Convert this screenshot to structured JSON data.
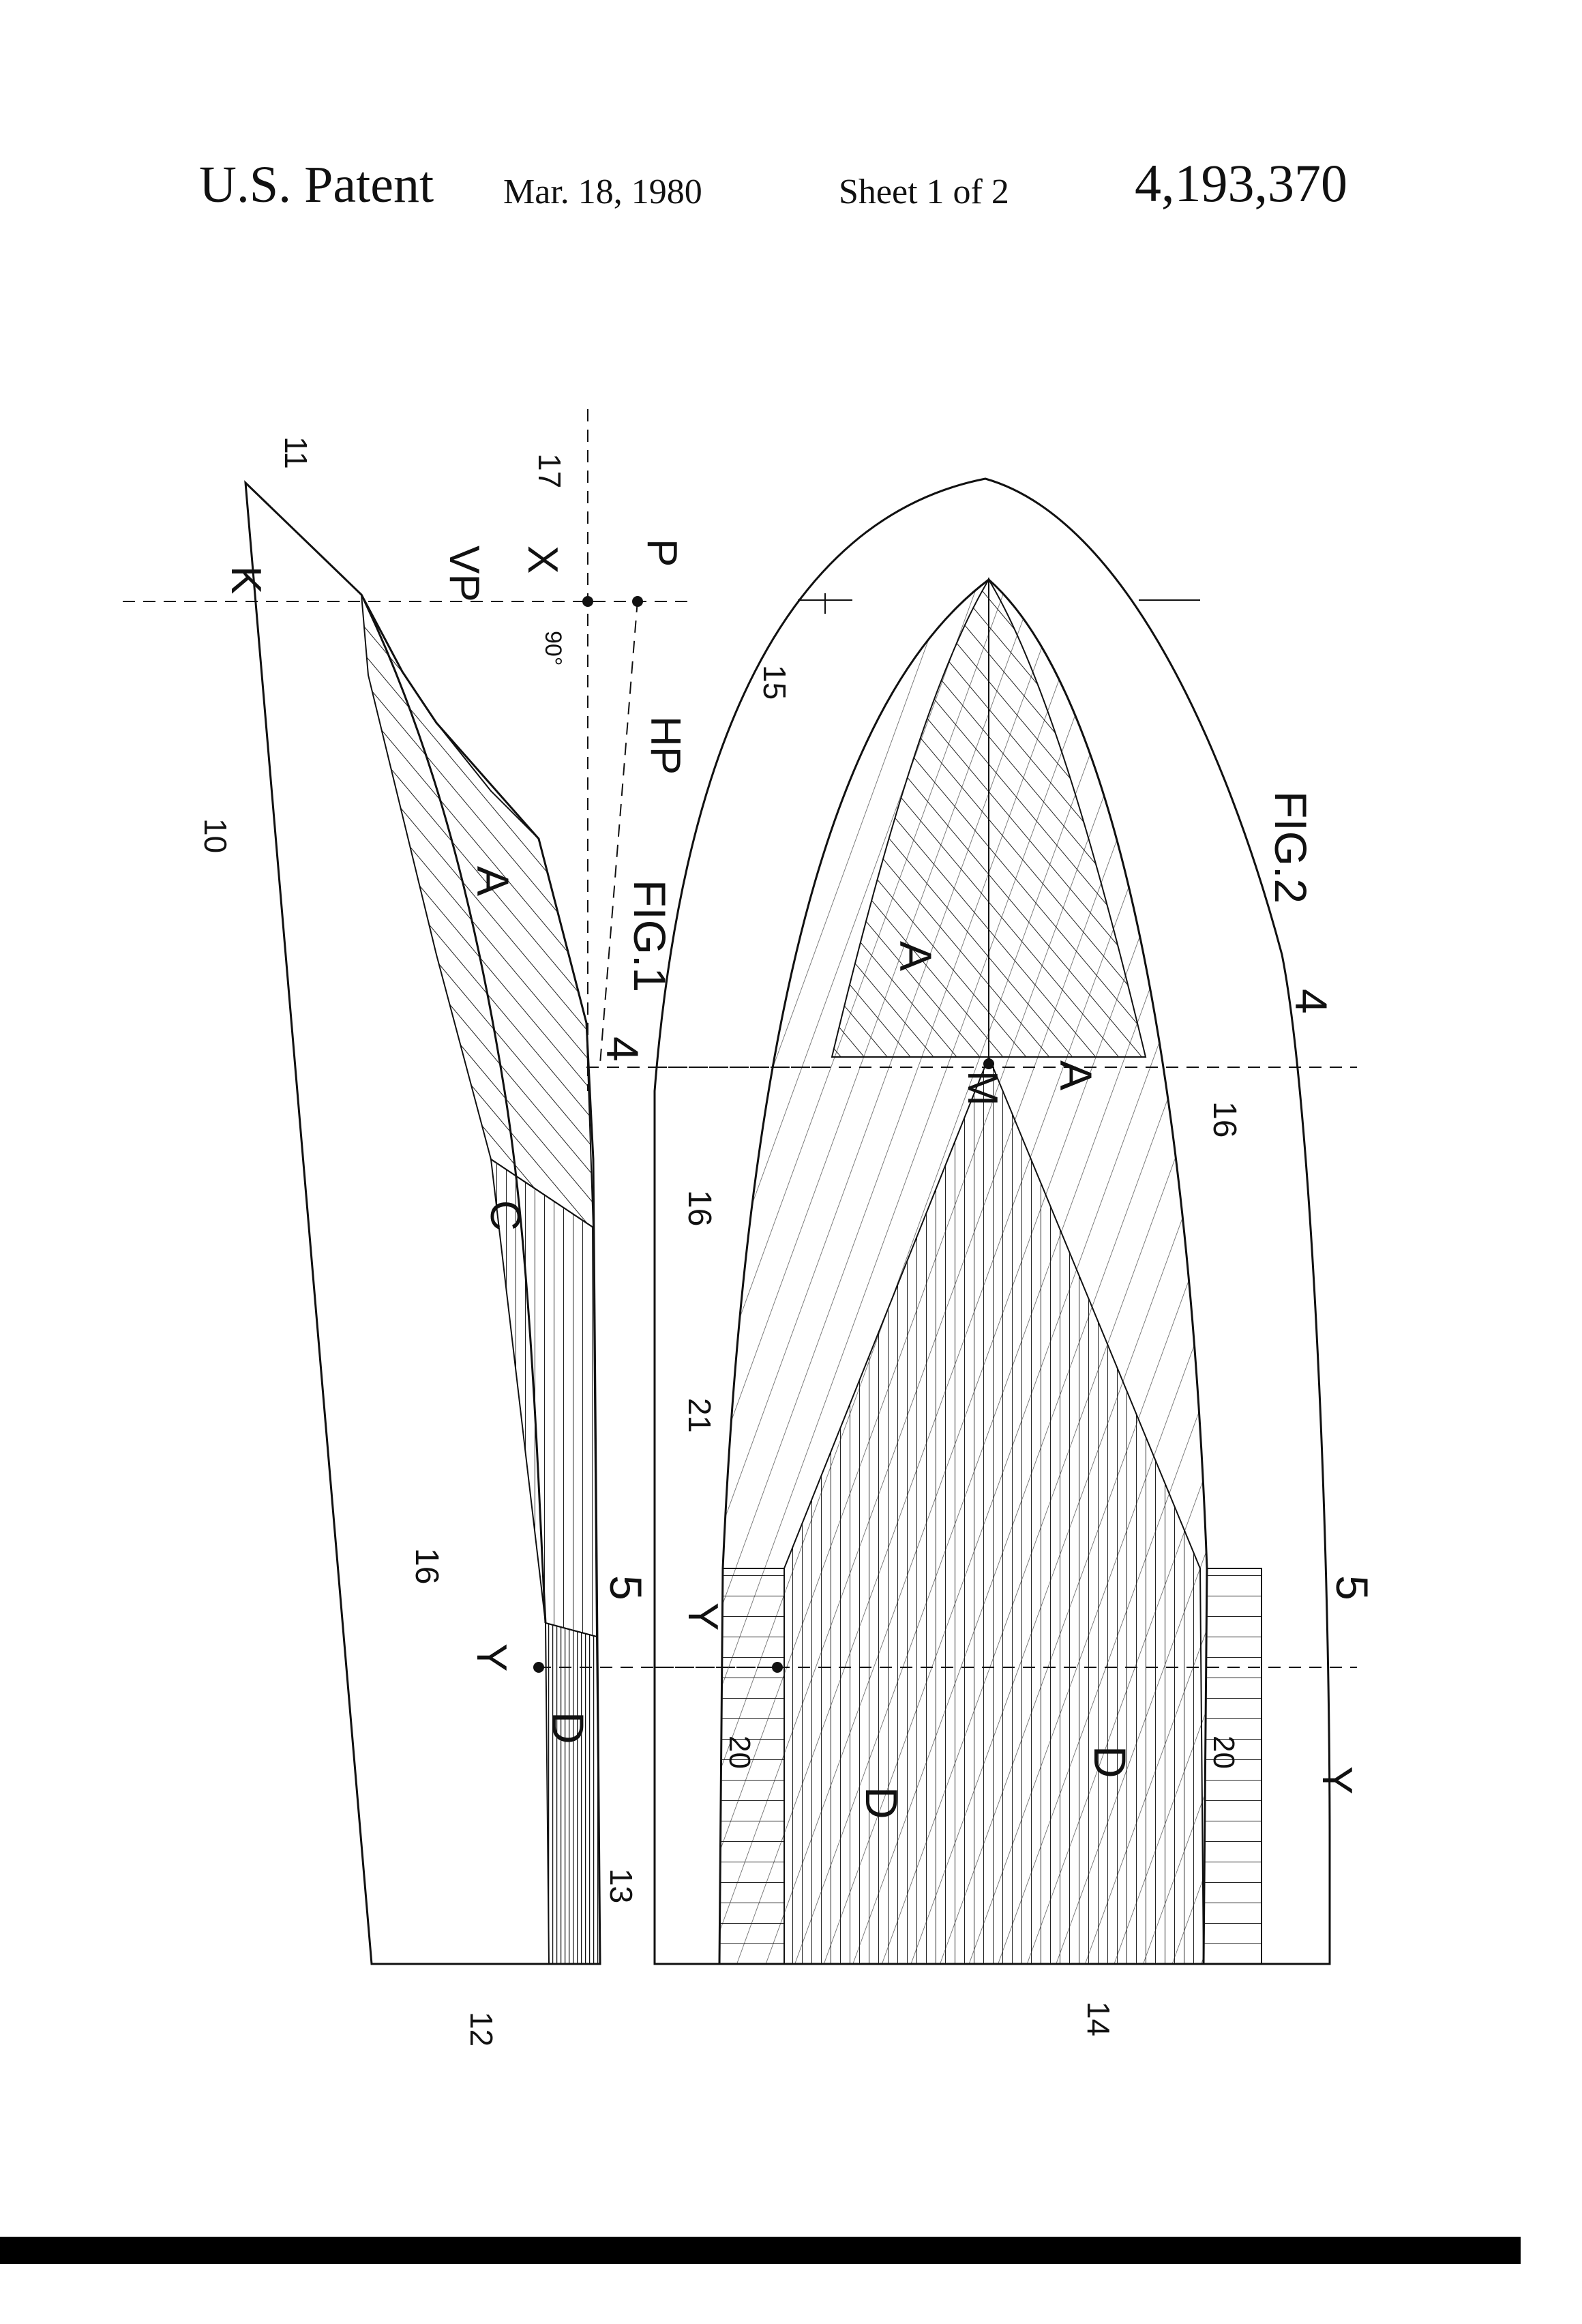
{
  "header": {
    "title": "U.S. Patent",
    "date": "Mar. 18, 1980",
    "sheet": "Sheet 1 of 2",
    "patent_number": "4,193,370"
  },
  "fig1": {
    "caption": "FIG.1",
    "refs": {
      "r10": "10",
      "r11": "11",
      "r12": "12",
      "r13": "13",
      "r16": "16",
      "r17": "17",
      "K": "K",
      "VP": "VP",
      "X": "X",
      "P": "P",
      "HP": "HP",
      "deg90": "90°",
      "A": "A",
      "C": "C",
      "D": "D",
      "Y": "Y",
      "s4": "4",
      "s5": "5"
    }
  },
  "fig2": {
    "caption": "FIG.2",
    "refs": {
      "r14": "14",
      "r15": "15",
      "r16a": "16",
      "r16b": "16",
      "r20a": "20",
      "r20b": "20",
      "r21": "21",
      "A1": "A",
      "A2": "A",
      "M": "M",
      "D1": "D",
      "D2": "D",
      "Y1": "Y",
      "Y2": "Y",
      "s4": "4",
      "s5": "5"
    }
  }
}
